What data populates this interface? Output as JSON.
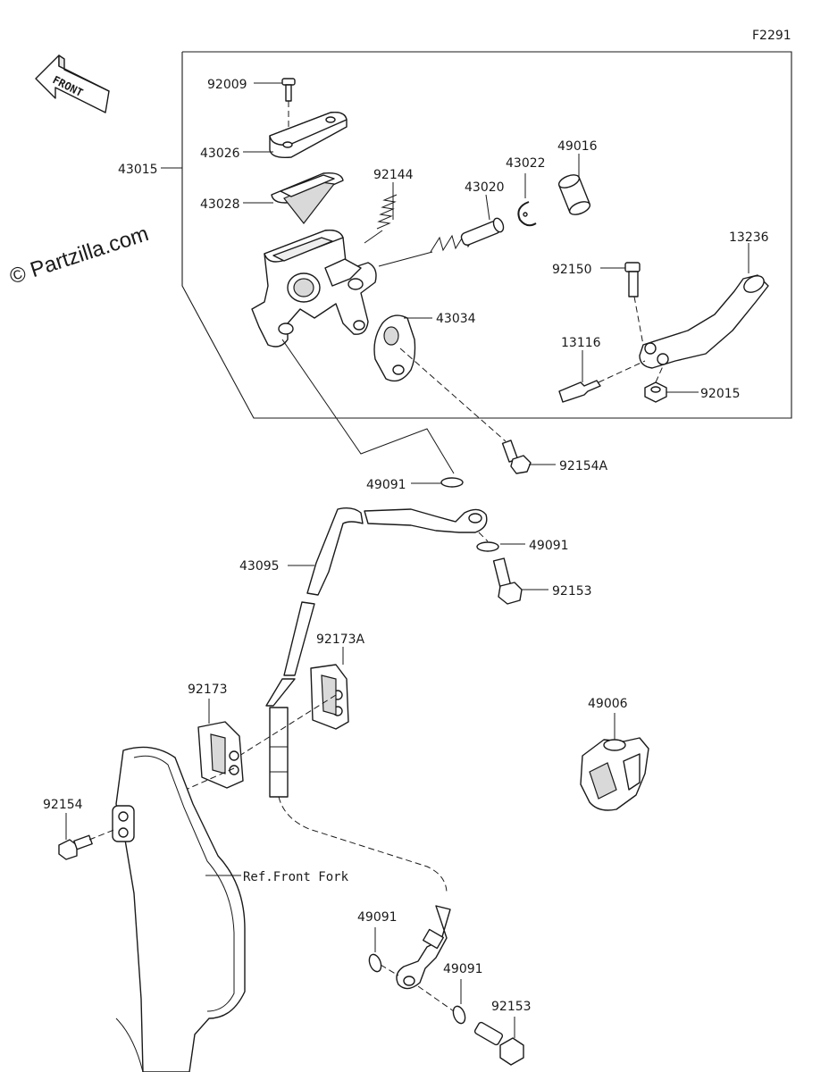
{
  "diagram": {
    "code": "F2291",
    "watermark": "© Partzilla.com",
    "front_arrow_label": "FRONT",
    "ref_front_fork": "Ref.Front Fork",
    "parts": {
      "p92009": "92009",
      "p43026": "43026",
      "p43015": "43015",
      "p43028": "43028",
      "p92144": "92144",
      "p43020": "43020",
      "p43022": "43022",
      "p49016": "49016",
      "p13236": "13236",
      "p92150": "92150",
      "p43034": "43034",
      "p13116": "13116",
      "p92015": "92015",
      "p92154A": "92154A",
      "p49091_a": "49091",
      "p49091_b": "49091",
      "p43095": "43095",
      "p92153_a": "92153",
      "p92173A": "92173A",
      "p92173": "92173",
      "p49006": "49006",
      "p92154": "92154",
      "p49091_c": "49091",
      "p49091_d": "49091",
      "p92153_b": "92153"
    }
  }
}
